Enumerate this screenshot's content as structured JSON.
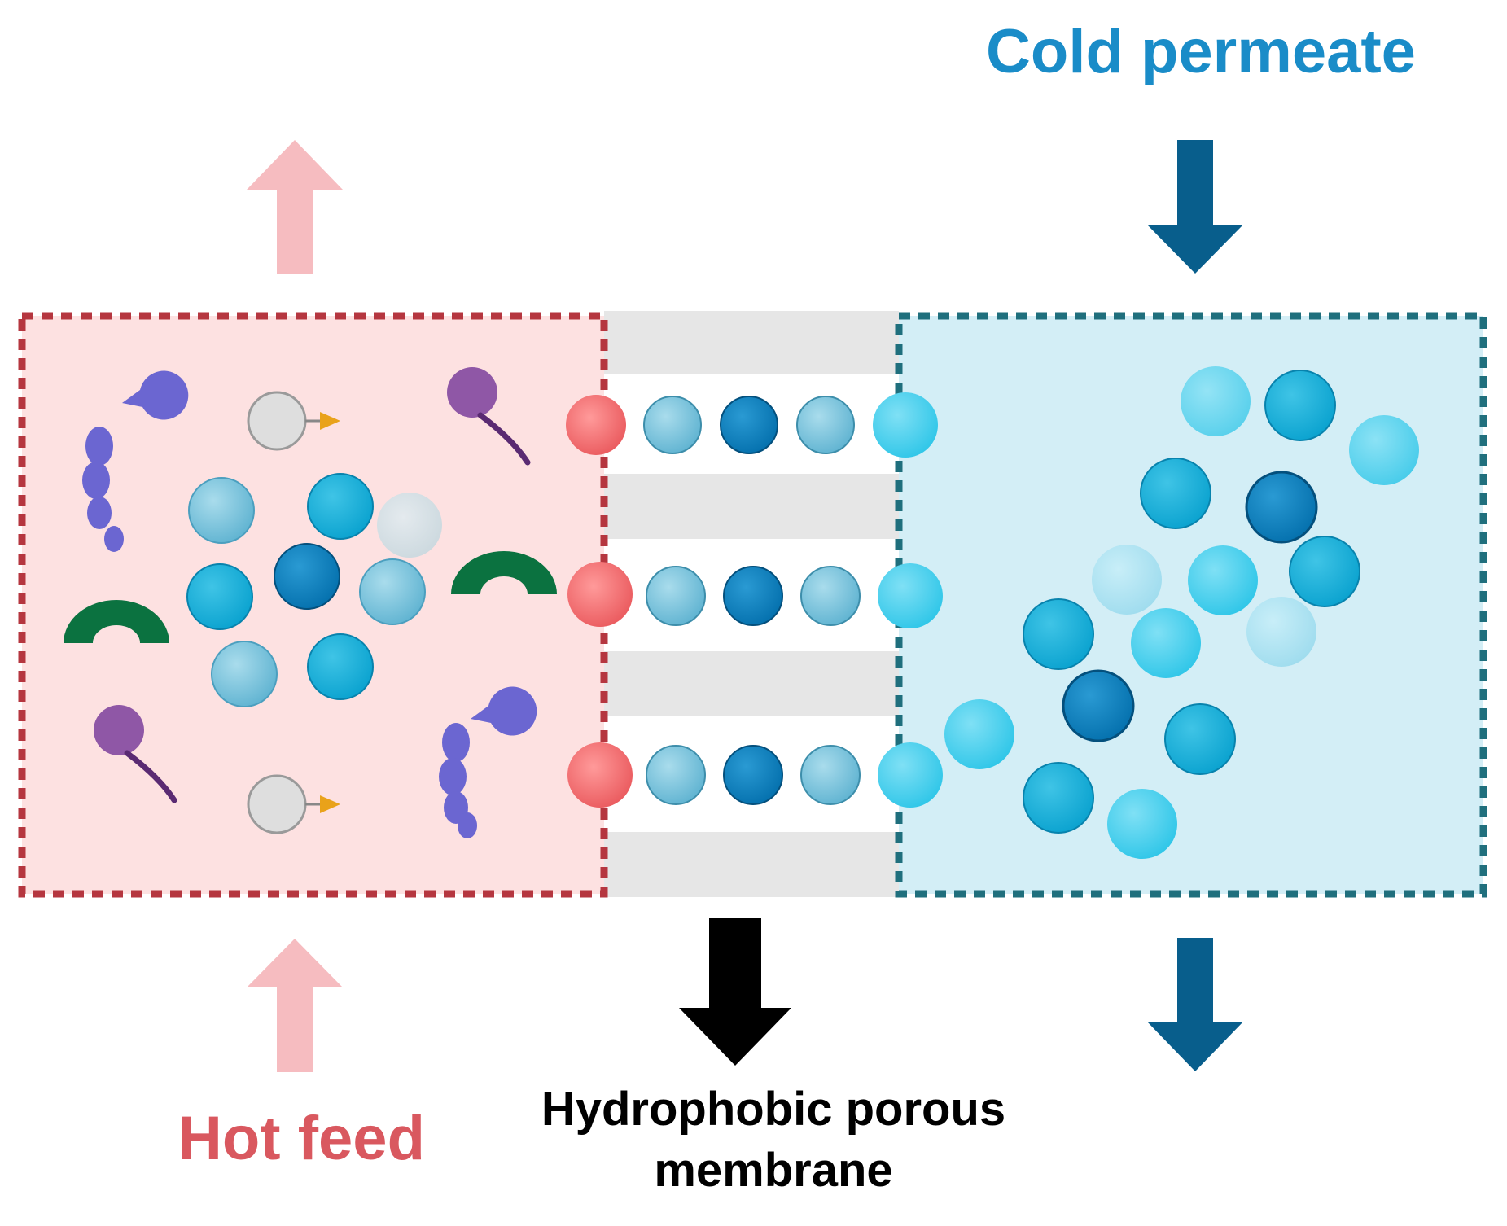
{
  "labels": {
    "cold_permeate": "Cold permeate",
    "hot_feed": "Hot feed",
    "membrane": "Hydrophobic porous membrane"
  },
  "colors": {
    "hot": "#d9585f",
    "hot_fill": "#fde1e1",
    "hot_border": "#b5363f",
    "hot_arrow": "#f6bcc0",
    "cold": "#1a8cc8",
    "cold_fill": "#d3eef6",
    "cold_border": "#1f6f7d",
    "cold_arrow": "#085e8c",
    "membrane_bar": "#e6e6e6",
    "membrane_arrow": "#000000"
  },
  "icons": [
    "protein-chain-icon",
    "green-arch-icon",
    "purple-lipid-icon",
    "grey-particle-icon",
    "water-molecule-icon",
    "vapor-molecule-icon"
  ]
}
